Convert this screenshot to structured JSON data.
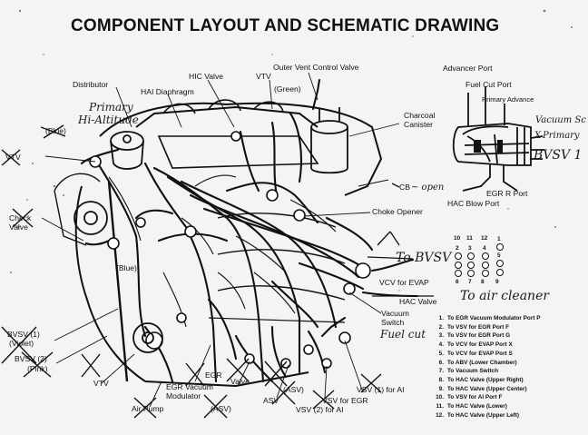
{
  "title": "COMPONENT LAYOUT AND SCHEMATIC DRAWING",
  "labels": {
    "distributor": "Distributor",
    "hai_diaphragm": "HAI Diaphragm",
    "hic_valve": "HIC Valve",
    "outer_vent": "Outer Vent Control Valve",
    "vtv_top": "VTV",
    "green": "(Green)",
    "charcoal_1": "Charcoal",
    "charcoal_2": "Canister",
    "advancer_port": "Advancer Port",
    "fuel_cut_port": "Fuel Cut Port",
    "primary_advance": "Primary Advance",
    "blue_top": "(Blue)",
    "vtv_left": "VTV",
    "check_valve_1": "Check",
    "check_valve_2": "Valve",
    "blue_mid": "(Blue)",
    "cb": "CB",
    "choke_opener": "Choke Opener",
    "egr_r_port": "EGR R Port",
    "hac_blow_port": "HAC Blow Port",
    "vcv_evap": "VCV for EVAP",
    "hac_valve": "HAC Valve",
    "vacuum_switch_1": "Vacuum",
    "vacuum_switch_2": "Switch",
    "bvsv1_1": "BVSV (1)",
    "bvsv1_2": "(Violet)",
    "bvsv2_1": "BVSV (2)",
    "bvsv2_2": "(Pink)",
    "vtv_bottom": "VTV",
    "egr_vacuum_1": "EGR Vacuum",
    "egr_vacuum_2": "Modulator",
    "egr_valve_1": "EGR",
    "egr_valve_2": "Valve",
    "air_pump": "Air Pump",
    "asv_1": "(ASV)",
    "asv_2": "ASV",
    "asv_3": "(ASV)",
    "vsv_egr": "VSV for EGR",
    "vsv2_ai": "VSV (2) for AI",
    "vsv1_ai": "VSV (1) for AI"
  },
  "handwritten": {
    "primary_hi_altitude_1": "Primary",
    "primary_hi_altitude_2": "Hi-Altitude",
    "vacuum_sc": "Vacuum Sc",
    "primary": "Primary",
    "bvsv1": "BVSV 1",
    "cb_open": "~ open",
    "to_bvsv": "To BVSV",
    "to_air_cleaner": "To air cleaner",
    "fuel_cut": "Fuel cut",
    "x": "X"
  },
  "port_numbers": [
    "1",
    "2",
    "3",
    "4",
    "5",
    "6",
    "7",
    "8",
    "9",
    "10",
    "11",
    "12"
  ],
  "legend": [
    {
      "num": "1.",
      "text": "To EGR Vacuum Modulator Port P"
    },
    {
      "num": "2.",
      "text": "To VSV for EGR Port F"
    },
    {
      "num": "3.",
      "text": "To VSV for EGR Port G"
    },
    {
      "num": "4.",
      "text": "To VCV for EVAP Port X"
    },
    {
      "num": "5.",
      "text": "To VCV for EVAP Port S"
    },
    {
      "num": "6.",
      "text": "To ABV (Lower Chamber)"
    },
    {
      "num": "7.",
      "text": "To Vacuum Switch"
    },
    {
      "num": "8.",
      "text": "To HAC Valve (Upper Right)"
    },
    {
      "num": "9.",
      "text": "To HAC Valve (Upper Center)"
    },
    {
      "num": "10.",
      "text": "To VSV for AI Port F"
    },
    {
      "num": "11.",
      "text": "To HAC Valve (Lower)"
    },
    {
      "num": "12.",
      "text": "To HAC Valve (Upper Left)"
    }
  ]
}
